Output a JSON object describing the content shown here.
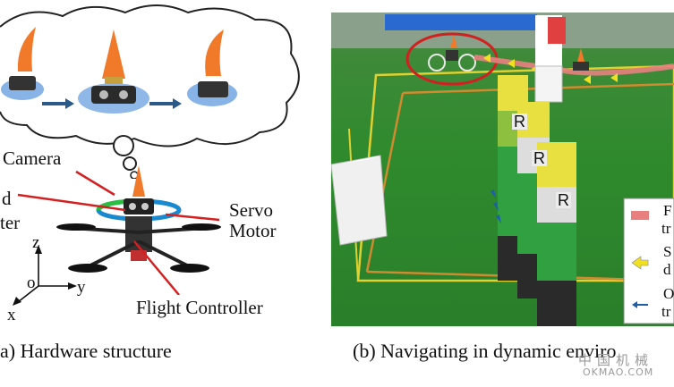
{
  "panel_a": {
    "labels": {
      "camera": "Camera",
      "servo_line1": "Servo",
      "servo_line2": "Motor",
      "flight_controller": "Flight Controller",
      "left_partial_1": "d",
      "left_partial_2": "ter"
    },
    "axes": {
      "z": "z",
      "y": "y",
      "x": "x",
      "origin": "o"
    },
    "caption": "a) Hardware structure"
  },
  "panel_b": {
    "caption": "(b) Navigating in dynamic enviro",
    "legend": [
      {
        "line1": "F",
        "line2": "tr",
        "color": "#e88080"
      },
      {
        "line1": "S",
        "line2": "d",
        "color": "#f0e020"
      },
      {
        "line1": "O",
        "line2": "tr",
        "color": "#1f5fa8"
      }
    ],
    "box_letter": "R"
  },
  "watermark": {
    "line1": "中国机械",
    "line2": "OKMAO.COM"
  }
}
